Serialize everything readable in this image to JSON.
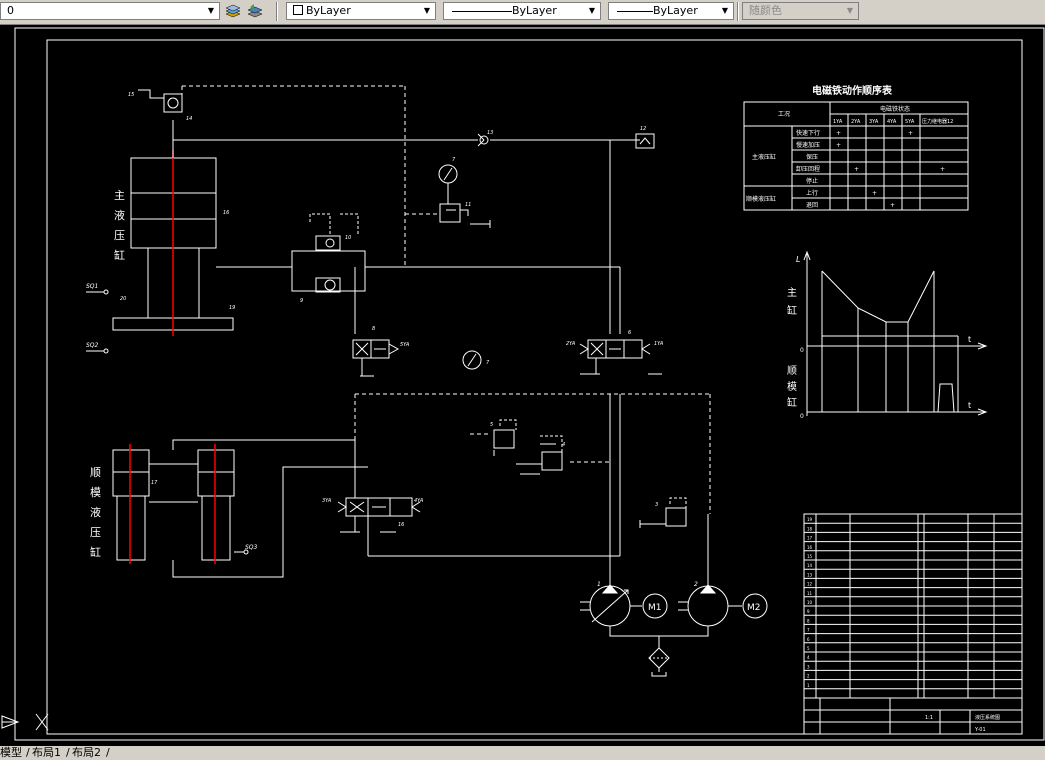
{
  "toolbar": {
    "layer_value": "0",
    "color_value": "ByLayer",
    "linetype_value": "ByLayer",
    "lineweight_value": "ByLayer",
    "plotstyle_value": "随颜色"
  },
  "drawing": {
    "main_cyl_label": [
      "主",
      "液",
      "压",
      "缸"
    ],
    "clamp_cyl_label": [
      "顺",
      "模",
      "液",
      "压",
      "缸"
    ],
    "table_title": "电磁铁动作顺序表",
    "table_col_gongkuang": "工况",
    "table_col_dct": "电磁铁状态",
    "table_sub_cols": [
      "1YA",
      "2YA",
      "3YA",
      "4YA",
      "5YA",
      "压力继电器12"
    ],
    "table_group_main": "主液压缸",
    "table_group_clamp": "顺模液压缸",
    "table_rows": [
      "快速下行",
      "慢速加压",
      "保压",
      "卸压回程",
      "停止",
      "上行",
      "退回"
    ],
    "valve_labels": {
      "v1": "1YA",
      "v2": "2YA",
      "v3": "3YA",
      "v4": "4YA",
      "v5": "5YA",
      "sq": "SQ",
      "m1": "M1",
      "m2": "M2"
    },
    "component_numbers": [
      "1",
      "2",
      "3",
      "4",
      "5",
      "6",
      "7",
      "8",
      "9",
      "10",
      "11",
      "12",
      "13",
      "14",
      "15",
      "16",
      "17",
      "18",
      "19",
      "20"
    ],
    "switches": [
      "SQ1",
      "SQ2",
      "SQ3"
    ],
    "graph_labels": {
      "axis_L": "L",
      "axis_t": "t",
      "axis_0": "0",
      "main_label": [
        "主",
        "缸"
      ],
      "clamp_label": [
        "顺",
        "模",
        "缸"
      ]
    },
    "title_block": {
      "ratio": "1:1",
      "drawing_no": "Y-01",
      "name": "液压系统图"
    }
  },
  "tabs": {
    "model": "模型",
    "layout1": "布局1",
    "layout2": "布局2"
  },
  "colors": {
    "background": "#000000",
    "lines": "#ffffff",
    "centerline": "#ff0000",
    "toolbar": "#d4d0c8"
  }
}
